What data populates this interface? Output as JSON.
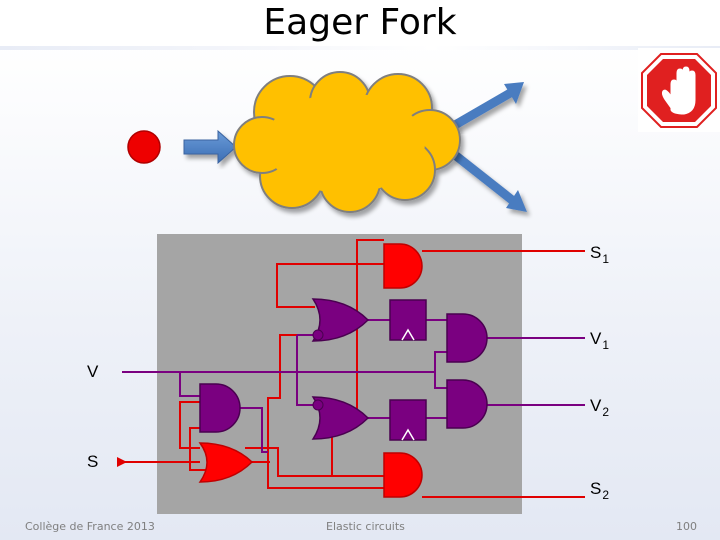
{
  "slide": {
    "title": "Eager Fork"
  },
  "signals": {
    "s1": {
      "main": "S",
      "sub": "1"
    },
    "v1": {
      "main": "V",
      "sub": "1"
    },
    "v2": {
      "main": "V",
      "sub": "2"
    },
    "s2": {
      "main": "S",
      "sub": "2"
    },
    "v": "V",
    "s": "S"
  },
  "gate_symbols": {
    "flop": "^"
  },
  "footer": {
    "left": "Collège de France 2013",
    "center": "Elastic circuits",
    "page": "100"
  },
  "colors": {
    "valid_wire": "#7a0080",
    "stop_wire": "#e00000",
    "circuit_bg": "#a5a5a5",
    "cloud": "#ffc000",
    "arrow": "#4f81bd",
    "token": "#ee0000",
    "stop_sign": "#e02020"
  },
  "icons": [
    "stop-hand-icon",
    "token-dot",
    "input-arrow",
    "output-arrow-up",
    "output-arrow-down",
    "cloud-shape"
  ]
}
